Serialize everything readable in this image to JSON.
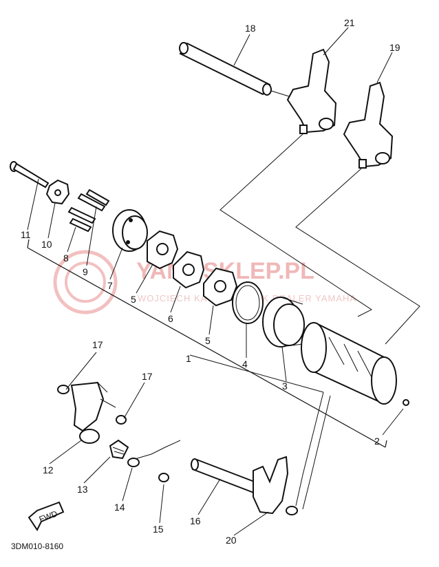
{
  "diagram": {
    "code": "3DM010-8160",
    "fwd_label": "FWD",
    "watermark_main": "YAMASKLEP.PL",
    "watermark_sub": "WOJCIECH KACZMARCZYK DEALER YAMAHA",
    "callouts": {
      "c1": "1",
      "c2": "2",
      "c3": "3",
      "c4": "4",
      "c5a": "5",
      "c5b": "5",
      "c6": "6",
      "c7": "7",
      "c8": "8",
      "c9": "9",
      "c10": "10",
      "c11": "11",
      "c12": "12",
      "c13": "13",
      "c14": "14",
      "c15": "15",
      "c16": "16",
      "c17a": "17",
      "c17b": "17",
      "c18": "18",
      "c19": "19",
      "c20": "20",
      "c21": "21"
    }
  }
}
